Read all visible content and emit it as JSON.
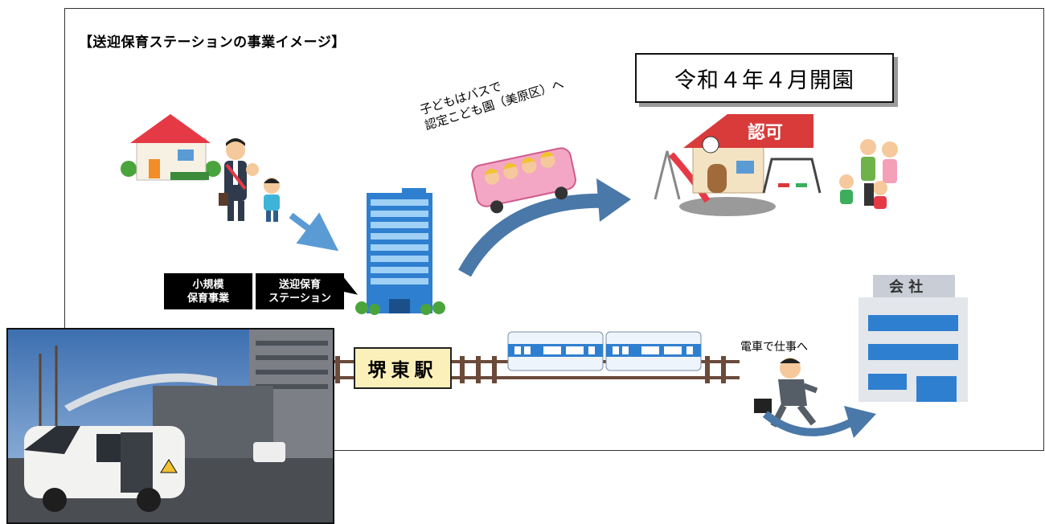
{
  "header": {
    "title": "【送迎保育ステーションの事業イメージ】"
  },
  "opening": {
    "text": "令和４年４月開園"
  },
  "labels": {
    "small_scale": "小規模\n保育事業",
    "station": "送迎保育\nステーション",
    "station_name": "堺東駅",
    "bus_caption_line1": "子どもはバスで",
    "bus_caption_line2": "認定こども園（美原区）へ",
    "commute": "電車で仕事へ",
    "nursery_sign": "認可",
    "company_sign": "会 社"
  },
  "colors": {
    "arrow_dark": "#4a78a8",
    "arrow_light": "#5b9bd5",
    "station_bg": "#fbf0b9",
    "building_blue": "#2f7fd0",
    "roof_red": "#e63946"
  },
  "icons": [
    "house-icon",
    "parent-with-children-icon",
    "station-building-icon",
    "school-bus-icon",
    "nursery-building-icon",
    "family-icon",
    "train-icon",
    "office-building-icon",
    "commuter-icon",
    "minibus-photo"
  ]
}
